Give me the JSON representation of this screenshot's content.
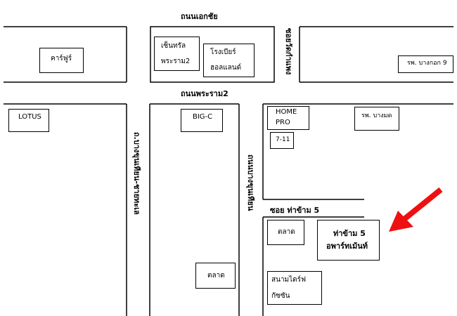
{
  "roads": {
    "top": "ถนนเอกชัย",
    "middle": "ถนนพระราม2",
    "soi_ekachai": "ซอยวัดกำแพง",
    "left_vertical": "ถ.บางขุนเทียน-ชายทะเล",
    "center_vertical": "ถนนบางขุนเทียน",
    "soi_thakham": "ซอย ท่าข้าม 5"
  },
  "places": {
    "carrefour": "คาร์ฟูร์",
    "central_line1": "เซ็นทรัล",
    "central_line2": "พระราม2",
    "premier_line1": "โรงเบียร์",
    "premier_line2": "ฮอลแลนด์",
    "bangkok9": "รพ. บางกอก 9",
    "lotus": "LOTUS",
    "bigc": "BIG-C",
    "homepro_line1": "HOME",
    "homepro_line2": "PRO",
    "seven_eleven": "7-11",
    "bangmot": "รพ. บางมด",
    "market_left": "ตลาด",
    "market_right": "ตลาด",
    "target_line1": "ท่าข้าม 5",
    "target_line2": "อพาร์ทเม้นท์",
    "golf_line1": "สนามไดร์ฟ",
    "golf_line2": "กัซซัน"
  },
  "colors": {
    "arrow": "#ee1111",
    "lines": "#000000"
  }
}
